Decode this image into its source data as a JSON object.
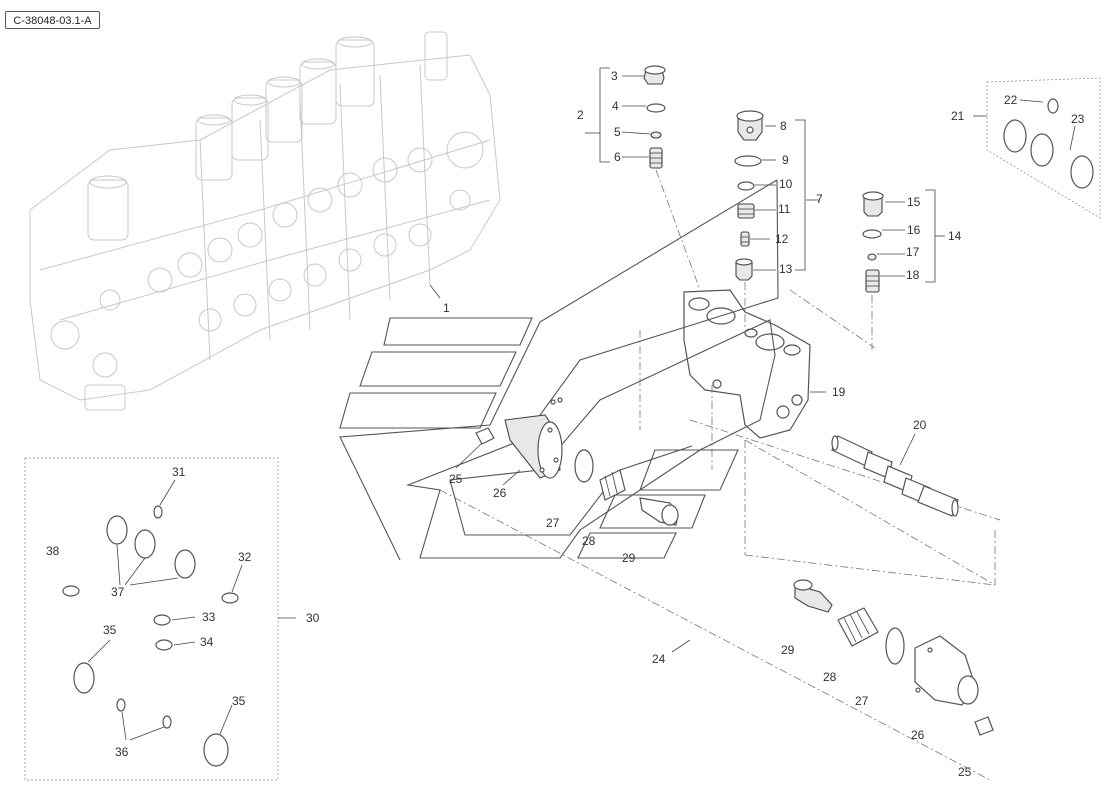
{
  "reference_code": "C-38048-03.1-A",
  "callouts": {
    "c1": "1",
    "c2": "2",
    "c3": "3",
    "c4": "4",
    "c5": "5",
    "c6": "6",
    "c7": "7",
    "c8": "8",
    "c9": "9",
    "c10": "10",
    "c11": "11",
    "c12": "12",
    "c13": "13",
    "c14": "14",
    "c15": "15",
    "c16": "16",
    "c17": "17",
    "c18": "18",
    "c19": "19",
    "c20": "20",
    "c21": "21",
    "c22": "22",
    "c23": "23",
    "c24": "24",
    "c25a": "25",
    "c25b": "25",
    "c26a": "26",
    "c26b": "26",
    "c27a": "27",
    "c27b": "27",
    "c28a": "28",
    "c28b": "28",
    "c29a": "29",
    "c29b": "29",
    "c30": "30",
    "c31": "31",
    "c32": "32",
    "c33": "33",
    "c34": "34",
    "c35a": "35",
    "c35b": "35",
    "c36": "36",
    "c37": "37",
    "c38": "38"
  }
}
